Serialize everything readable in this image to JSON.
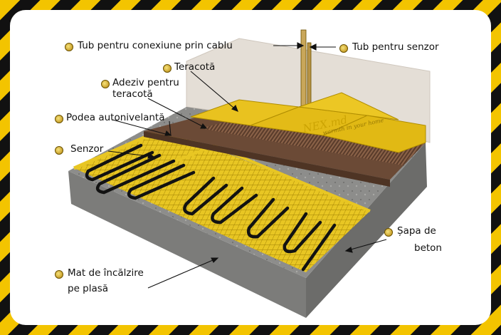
{
  "labels": {
    "tub_cablu": "Tub pentru conexiune prin cablu",
    "tub_senzor": "Tub pentru senzor",
    "teracota": "Teracotă",
    "adeziv_l1": "Adeziv pentru",
    "adeziv_l2": "teracotă",
    "podea": "Podea autonivelantă",
    "senzor": "Senzor",
    "sapa_l1": "Șapa de",
    "sapa_l2": "beton",
    "mat_l1": "Mat de încălzire",
    "mat_l2": "pe plasă"
  },
  "logo": {
    "brand": "NEX.md",
    "tagline": "warmth in your home"
  },
  "colors": {
    "stripe_yellow": "#f3c400",
    "stripe_black": "#111111",
    "tile_yellow": "#e9c21f",
    "screed_brown": "#6b4a36",
    "mesh_yellow": "#e8c623",
    "concrete": "#8e8e8c",
    "wall": "#e4ded6"
  }
}
